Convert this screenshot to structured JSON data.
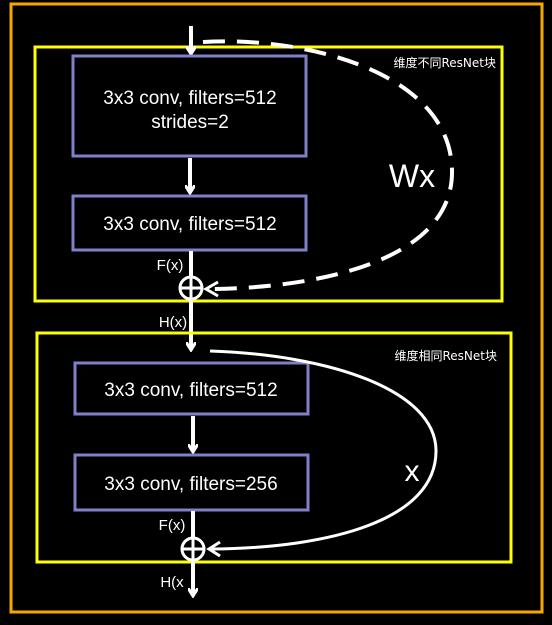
{
  "colors": {
    "background": "#000000",
    "outer_border": "#f5a800",
    "block_border": "#ffff00",
    "conv_border": "#8080c8",
    "line": "#ffffff"
  },
  "blocks": [
    {
      "label": "维度不同ResNet块",
      "convs": [
        {
          "line1": "3x3 conv, filters=512",
          "line2": "strides=2"
        },
        {
          "line1": "3x3 conv, filters=512",
          "line2": ""
        }
      ],
      "shortcut_label": "Wx",
      "shortcut_style": "dashed",
      "fx_label": "F(x)",
      "hx_label": "H(x)",
      "add_icon": "circle-plus-icon"
    },
    {
      "label": "维度相同ResNet块",
      "convs": [
        {
          "line1": "3x3 conv, filters=512",
          "line2": ""
        },
        {
          "line1": "3x3 conv, filters=256",
          "line2": ""
        }
      ],
      "shortcut_label": "x",
      "shortcut_style": "solid",
      "fx_label": "F(x)",
      "hx_label": "H(x",
      "add_icon": "circle-plus-icon"
    }
  ]
}
